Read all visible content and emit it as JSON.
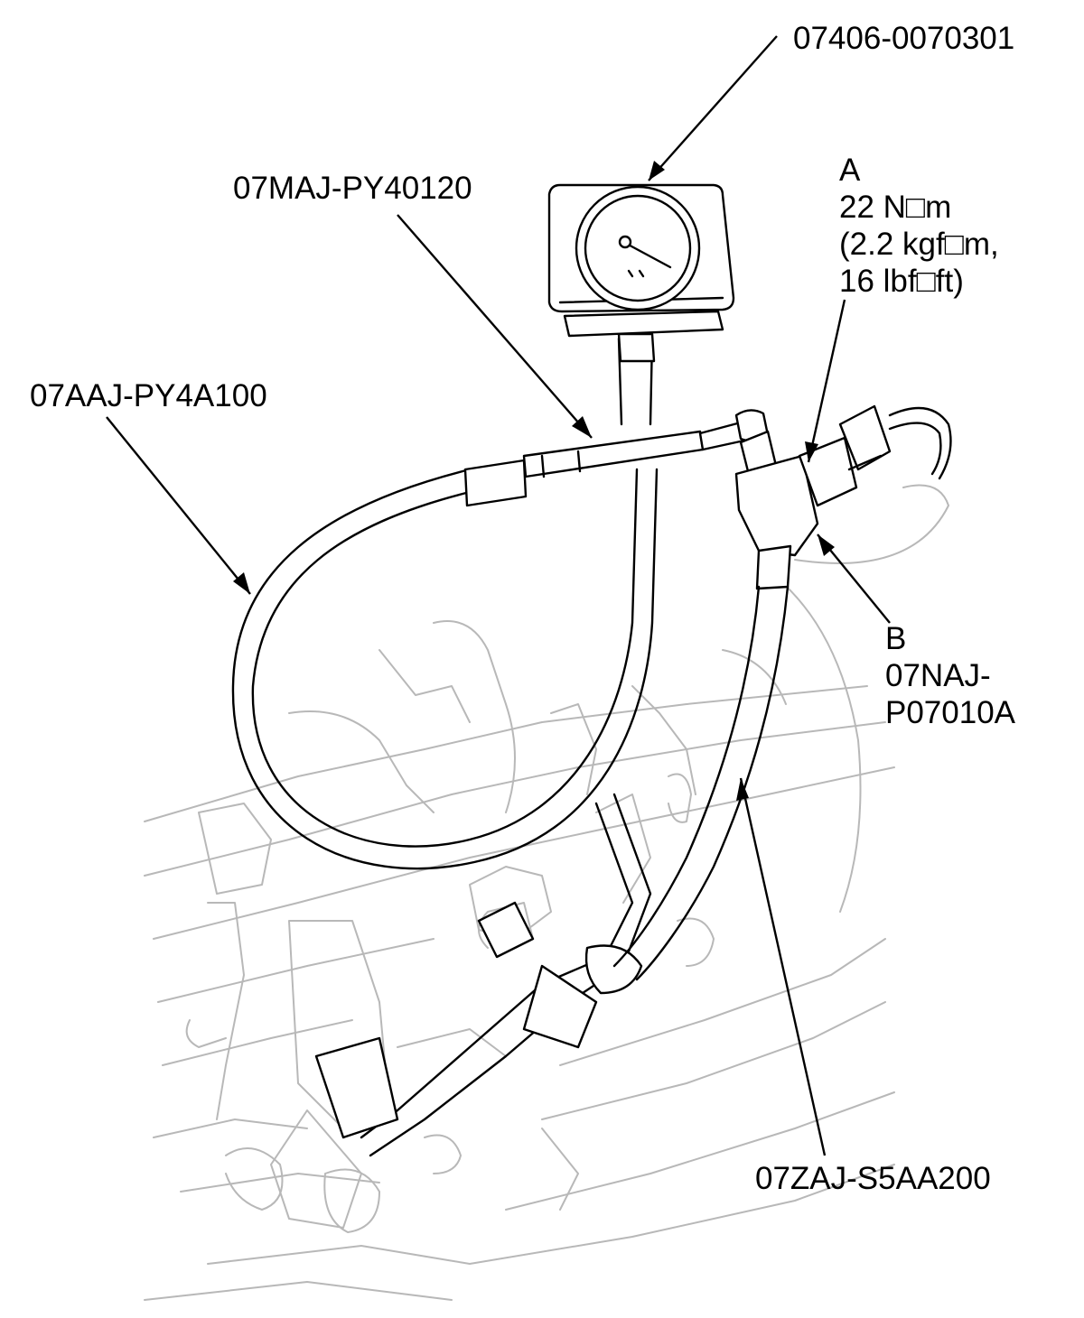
{
  "labels": {
    "gauge": "07406-0070301",
    "hose_upper": "07MAJ-PY40120",
    "hose_loop": "07AAJ-PY4A100",
    "bolt_letter": "A",
    "torque_1": "22 N□m",
    "torque_2": "(2.2 kgf□m,",
    "torque_3": "16 lbf□ft)",
    "adapter_letter": "B",
    "adapter_part_1": "07NAJ-",
    "adapter_part_2": "P07010A",
    "hose_lower": "07ZAJ-S5AA200"
  },
  "colors": {
    "ink": "#000000",
    "background_lines": "#b8b8b8"
  }
}
